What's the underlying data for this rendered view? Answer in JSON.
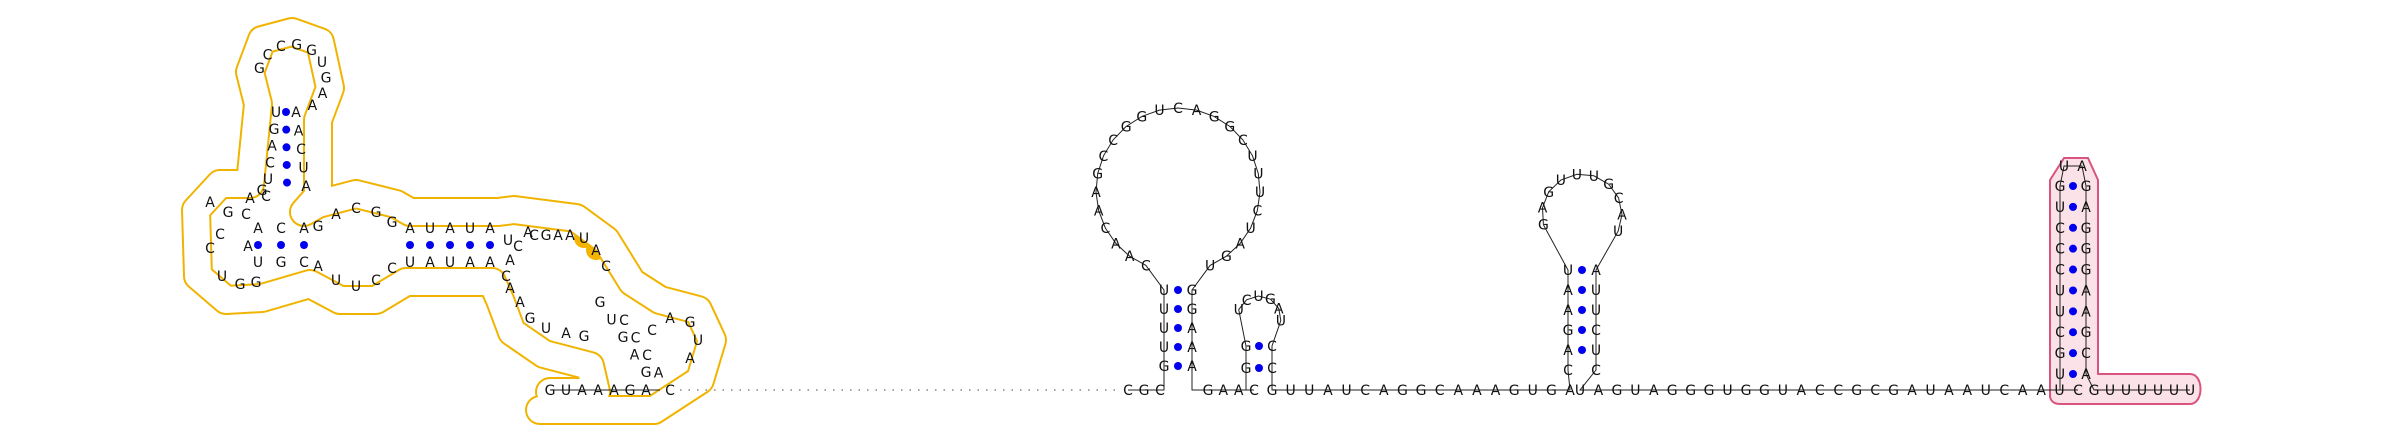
{
  "colors": {
    "base_pair": "#0000ee",
    "backbone": "#222222",
    "domain1": "#f0b400",
    "domain1_active": "#f5b400",
    "domain2_stroke": "#d8547e",
    "domain2_fill": "#fbe2e9"
  },
  "diagram": {
    "d1_stem_left": [
      "C",
      "U",
      "C",
      "A",
      "G",
      "U"
    ],
    "d1_stem_right": [
      "A",
      "U",
      "C",
      "A",
      "A"
    ],
    "d1_hairpin_loop": [
      "G",
      "C",
      "C",
      "G",
      "G",
      "U",
      "G",
      "A",
      "A"
    ],
    "d1_multiloop_left": [
      "G",
      "A",
      "C",
      "C",
      "U",
      "G",
      "G",
      "A",
      "C",
      "A",
      "G"
    ],
    "d1_helix_c_top": [
      "A",
      "C",
      "A"
    ],
    "d1_helix_c_bottom": [
      "U",
      "G",
      "C"
    ],
    "d1_loop_mid_top": [
      "G",
      "A",
      "C",
      "G",
      "G"
    ],
    "d1_loop_mid_bottom": [
      "A",
      "U",
      "U",
      "C",
      "C"
    ],
    "d1_helix_d_top": [
      "A",
      "U",
      "A",
      "U",
      "A"
    ],
    "d1_helix_d_bottom": [
      "U",
      "A",
      "U",
      "A",
      "A"
    ],
    "d1_bulge": [
      "U"
    ],
    "d1_interior_top": [
      "C",
      "G",
      "A",
      "A"
    ],
    "d1_interior_active": [
      "U",
      "A"
    ],
    "d1_interior_bottom": [
      "G",
      "A",
      "U",
      "G",
      "A",
      "A",
      "C",
      "A",
      "C",
      "A"
    ],
    "d1_helix_e_left": [
      "C",
      "A",
      "C",
      "C",
      "C"
    ],
    "d1_helix_e_right": [
      "G",
      "A",
      "G",
      "U",
      "G"
    ],
    "d1_tail_loop": [
      "A",
      "U",
      "G",
      "A",
      "C"
    ],
    "leader": [
      "G",
      "U",
      "A",
      "A",
      "A",
      "G",
      "A"
    ],
    "seg_a": [
      "C",
      "G",
      "C"
    ],
    "h1_left": [
      "U",
      "U",
      "U",
      "U",
      "G"
    ],
    "h1_right": [
      "A",
      "A",
      "A",
      "G",
      "G"
    ],
    "h1_loop": [
      "C",
      "A",
      "A",
      "C",
      "A",
      "A",
      "G",
      "C",
      "C",
      "G",
      "G",
      "U",
      "C",
      "A",
      "G",
      "G",
      "C",
      "U",
      "U",
      "U",
      "C",
      "U",
      "A",
      "G",
      "U"
    ],
    "seg_b": [
      "G",
      "A",
      "A",
      "C"
    ],
    "h2_left": [
      "G",
      "G"
    ],
    "h2_right": [
      "C",
      "C"
    ],
    "h2_loop": [
      "U",
      "C",
      "U",
      "G",
      "A",
      "U"
    ],
    "seg_c": [
      "G",
      "U",
      "U",
      "A",
      "U",
      "C",
      "A",
      "G",
      "G",
      "C",
      "A",
      "A",
      "A",
      "G",
      "U",
      "G",
      "A"
    ],
    "h3_left": [
      "U",
      "A",
      "A",
      "G",
      "A",
      "C"
    ],
    "h3_right": [
      "A",
      "U",
      "U",
      "C",
      "U",
      "C"
    ],
    "h3_loop": [
      "G",
      "A",
      "G",
      "U",
      "U",
      "U",
      "G",
      "C",
      "A",
      "U"
    ],
    "seg_d": [
      "U",
      "A",
      "G",
      "U",
      "A",
      "G",
      "G",
      "G",
      "U",
      "G",
      "G",
      "U",
      "A",
      "C",
      "C",
      "G",
      "C",
      "G",
      "A",
      "U",
      "A",
      "A",
      "U",
      "C",
      "A",
      "A",
      "U",
      "C"
    ],
    "h4_left": [
      "G",
      "U",
      "C",
      "C",
      "C",
      "U",
      "U",
      "C",
      "G",
      "U"
    ],
    "h4_right": [
      "G",
      "A",
      "G",
      "G",
      "G",
      "A",
      "A",
      "G",
      "C",
      "A"
    ],
    "h4_loop": [
      "U",
      "A"
    ],
    "tail": [
      "G",
      "U",
      "U",
      "U",
      "U",
      "U",
      "U"
    ]
  }
}
